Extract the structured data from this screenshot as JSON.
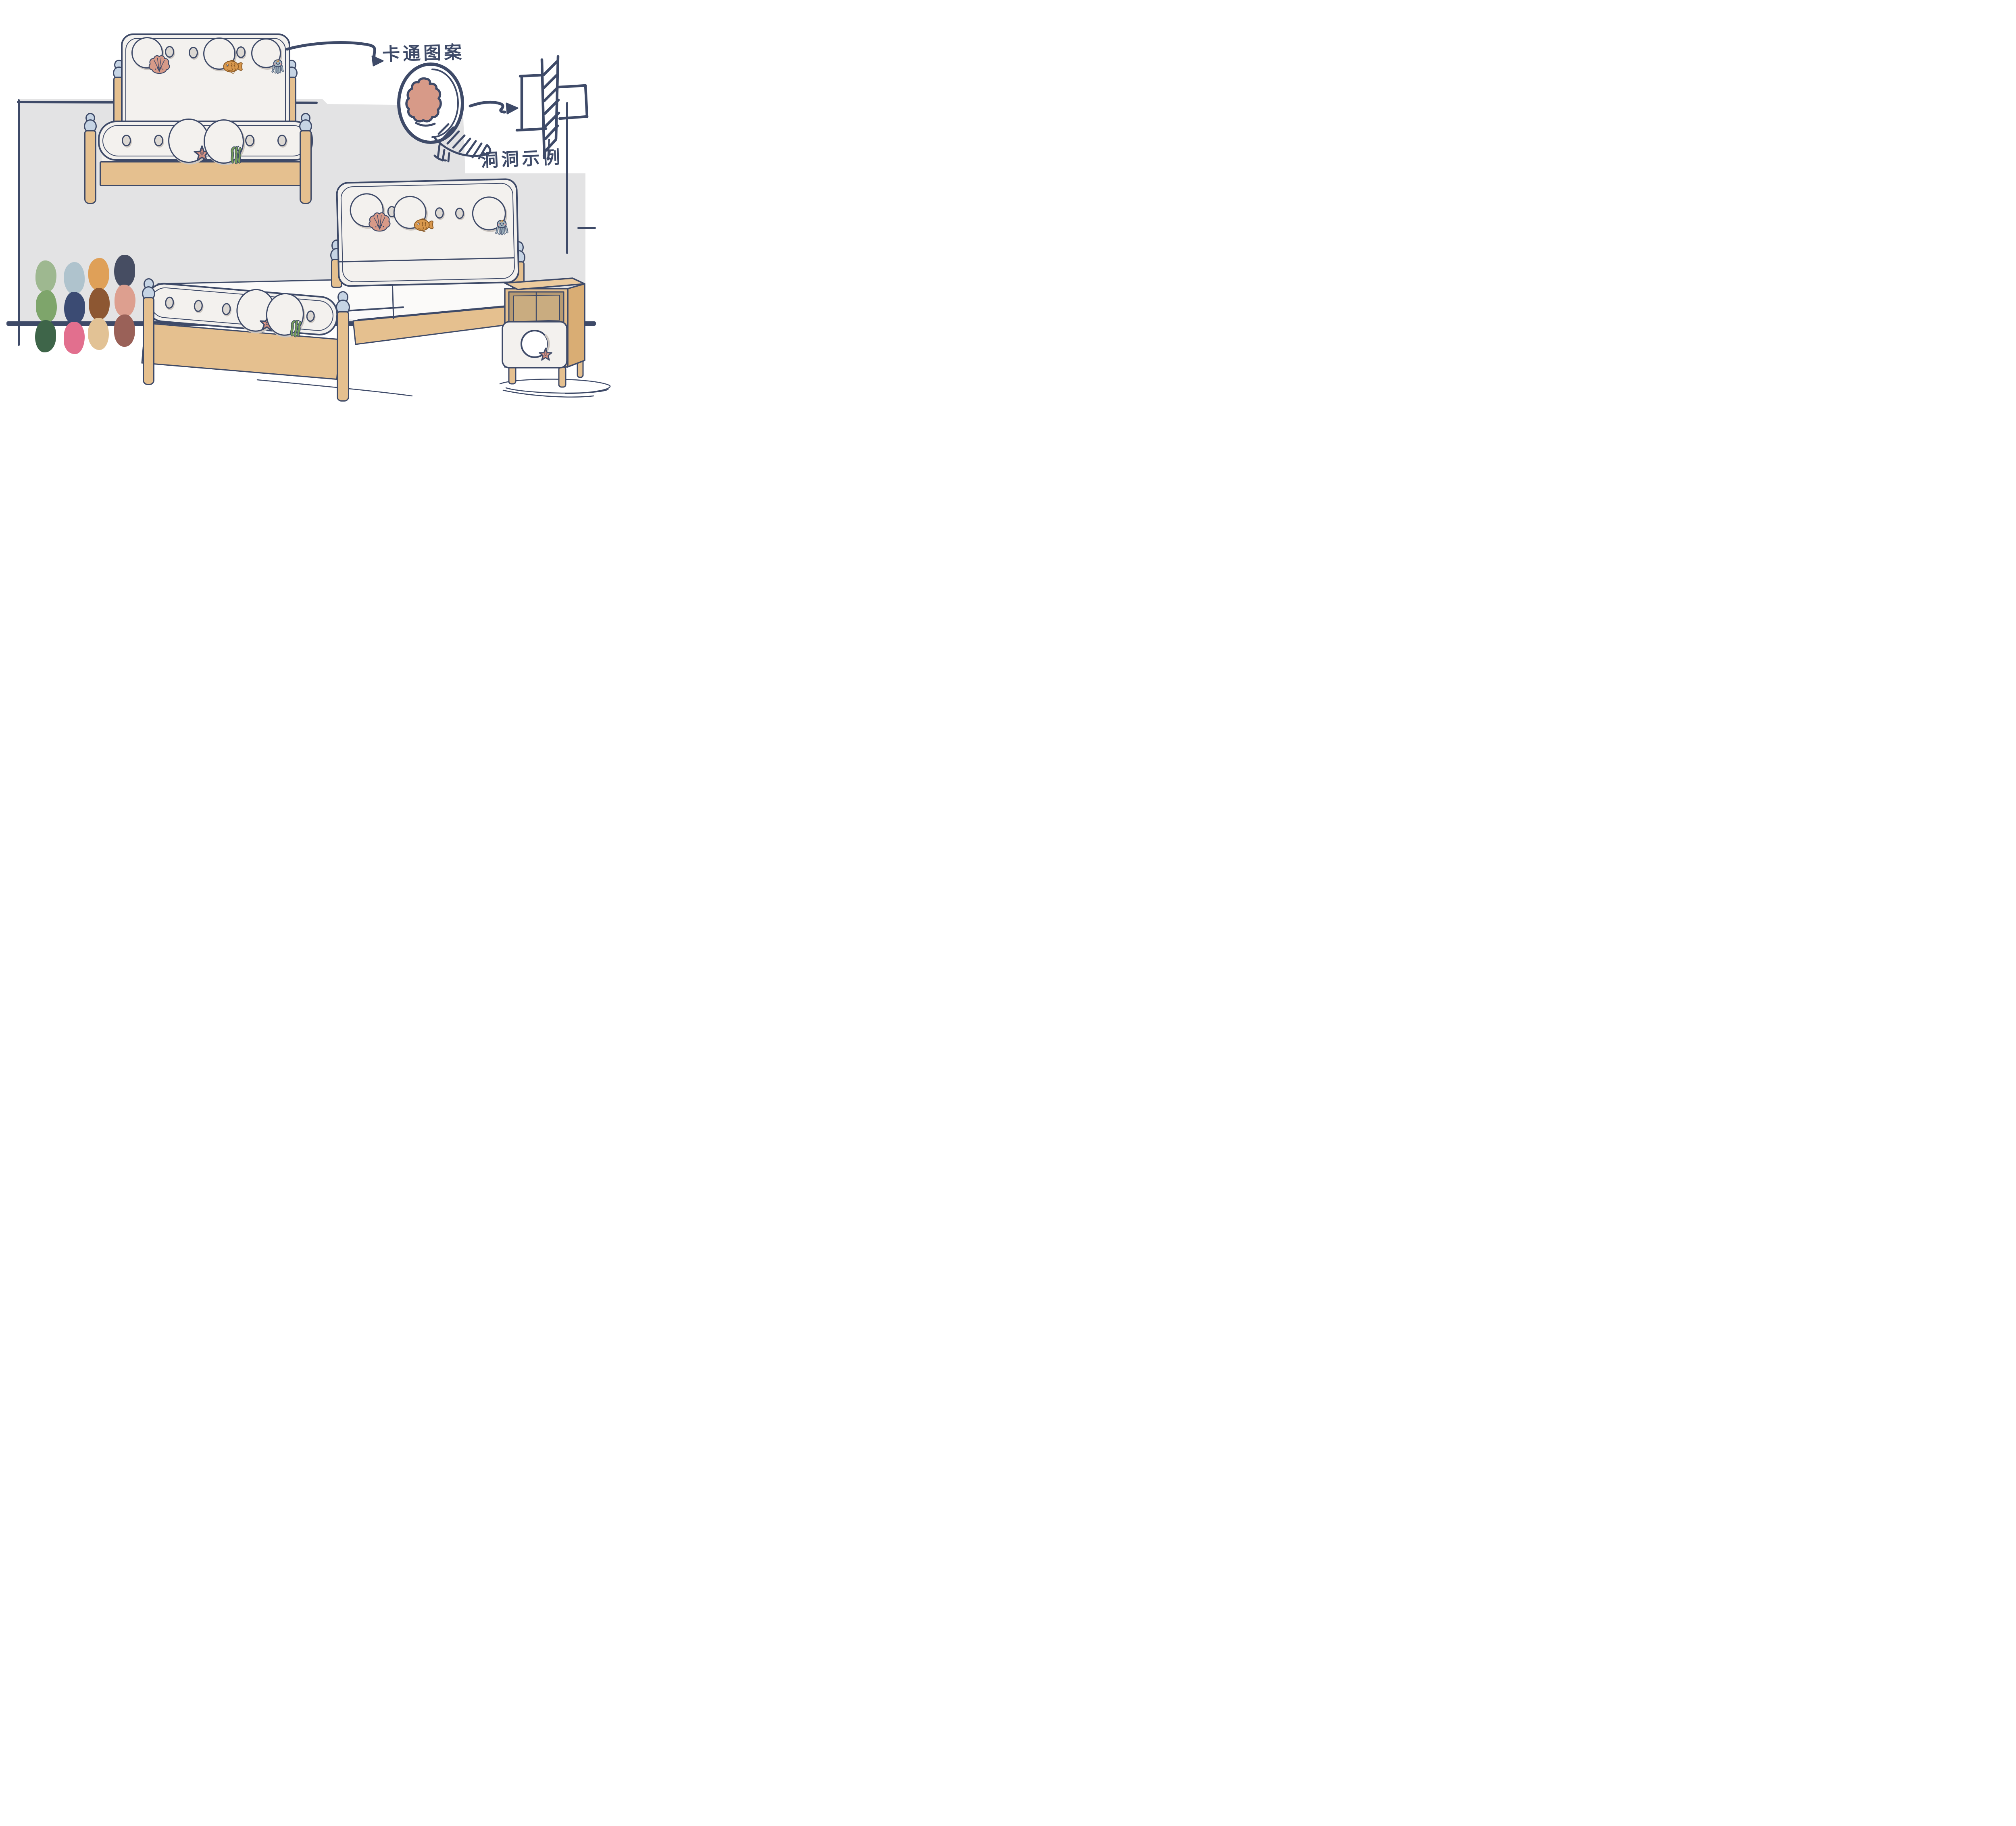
{
  "illustration": {
    "title_hint": "children sea-theme bed design sketch",
    "annotations": {
      "cartoon_pattern_label": "卡通图案",
      "hole_example_label": "洞洞示例"
    },
    "icons": {
      "shell": "shell-icon",
      "fish": "fish-icon",
      "octopus": "octopus-icon",
      "starfish": "starfish-icon",
      "seaweed": "seaweed-icon",
      "arrow": "arrow-icon"
    }
  },
  "colors": {
    "ink": "#3e4a68",
    "panel_white": "#f3f1ee",
    "mattress_white": "#fbfaf9",
    "bg_gray": "#e3e3e4",
    "wood": "#e5c08f",
    "wood_dark": "#d9ad74",
    "wood_top": "#eccb9e",
    "cubby_dark": "#b79a72",
    "cubby_back": "#c9ac80",
    "finial_blue": "#c6d4e4",
    "shell_pink": "#d79a88",
    "fish_orange": "#d9984d",
    "fish_outline": "#8a5a26",
    "octopus_gray": "#a3b6c0",
    "starfish_pink": "#cf8d7d",
    "seaweed_green": "#749c58",
    "blush": "#e8a7a2",
    "spiral_orange": "#c88a3e",
    "shadow_gray": "#ccc6c0",
    "hole_gray": "#dcd8d3"
  },
  "palette": {
    "columns": [
      [
        "#9eb890",
        "#7ea56b",
        "#3e6549"
      ],
      [
        "#afc3cd",
        "#3b4b73",
        "#e26f8e"
      ],
      [
        "#dfa058",
        "#8d5732",
        "#e2c295"
      ],
      [
        "#464d62",
        "#dd9f8f",
        "#9a6158"
      ]
    ]
  }
}
